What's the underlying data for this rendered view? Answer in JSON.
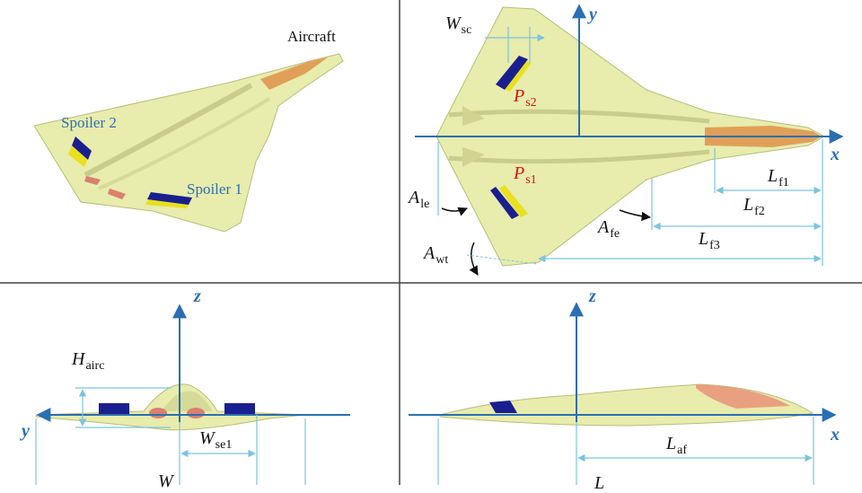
{
  "panel_top_left": {
    "aircraft_label": "Aircraft",
    "spoiler2_label": "Spoiler 2",
    "spoiler1_label": "Spoiler 1"
  },
  "panel_top_right": {
    "axis_y": "y",
    "axis_x": "x",
    "w_sc": {
      "main": "W",
      "sub": "sc"
    },
    "p_s2": {
      "main": "P",
      "sub": "s2"
    },
    "p_s1": {
      "main": "P",
      "sub": "s1"
    },
    "a_le": {
      "main": "A",
      "sub": "le"
    },
    "a_fe": {
      "main": "A",
      "sub": "fe"
    },
    "a_wt": {
      "main": "A",
      "sub": "wt"
    },
    "l_f1": {
      "main": "L",
      "sub": "f1"
    },
    "l_f2": {
      "main": "L",
      "sub": "f2"
    },
    "l_f3": {
      "main": "L",
      "sub": "f3"
    }
  },
  "panel_bottom_left": {
    "axis_z": "z",
    "axis_y": "y",
    "h_airc": {
      "main": "H",
      "sub": "airc"
    },
    "w_se1": {
      "main": "W",
      "sub": "se1"
    },
    "w_partial": "W"
  },
  "panel_bottom_right": {
    "axis_z": "z",
    "axis_x": "x",
    "l_af": {
      "main": "L",
      "sub": "af"
    },
    "l_partial": "L"
  },
  "colors": {
    "body": "#e8ecac",
    "nose": "#e0a05a",
    "spoiler": "#1a1f8f",
    "spoiler_base": "#e8e020",
    "red_patch": "#d98070",
    "axis": "#2a6fb3",
    "dimension": "#7cc4e0",
    "divider": "#444444"
  }
}
